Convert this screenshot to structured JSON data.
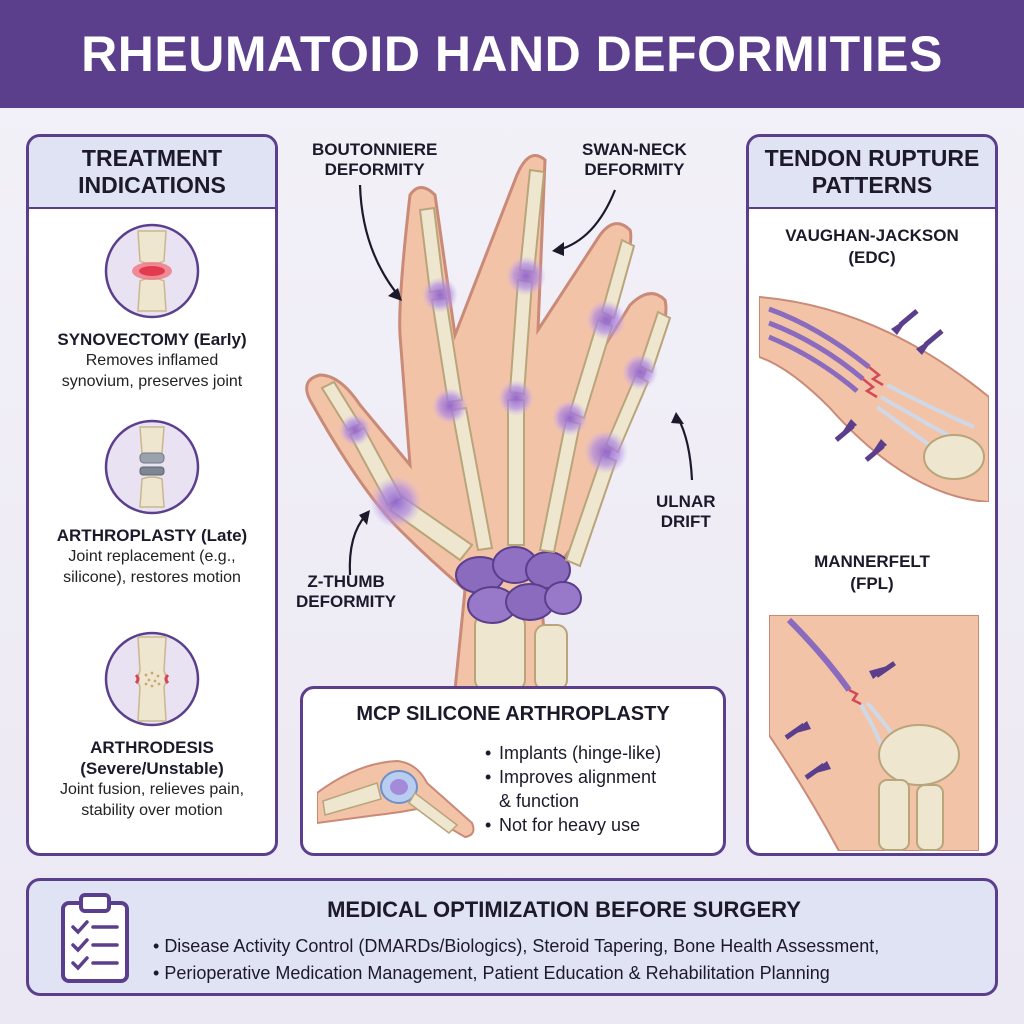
{
  "title": "RHEUMATOID HAND DEFORMITIES",
  "treatment": {
    "header_line1": "TREATMENT",
    "header_line2": "INDICATIONS",
    "items": [
      {
        "title": "SYNOVECTOMY (Early)",
        "desc1": "Removes inflamed",
        "desc2": "synovium, preserves joint",
        "icon": "synovitis-joint-icon"
      },
      {
        "title": "ARTHROPLASTY (Late)",
        "desc1": "Joint replacement (e.g.,",
        "desc2": "silicone), restores motion",
        "icon": "joint-implant-icon"
      },
      {
        "title": "ARTHRODESIS",
        "title2": "(Severe/Unstable)",
        "desc1": "Joint fusion, relieves pain,",
        "desc2": "stability over motion",
        "icon": "fused-joint-icon"
      }
    ]
  },
  "deformities": {
    "boutonniere_1": "BOUTONNIERE",
    "boutonniere_2": "DEFORMITY",
    "swan_1": "SWAN-NECK",
    "swan_2": "DEFORMITY",
    "ulnar_1": "ULNAR",
    "ulnar_2": "DRIFT",
    "zthumb_1": "Z-THUMB",
    "zthumb_2": "DEFORMITY"
  },
  "tendon": {
    "header_line1": "TENDON RUPTURE",
    "header_line2": "PATTERNS",
    "vj_1": "VAUGHAN-JACKSON",
    "vj_2": "(EDC)",
    "mf_1": "MANNERFELT",
    "mf_2": "(FPL)"
  },
  "mcp": {
    "title": "MCP SILICONE ARTHROPLASTY",
    "bullets": [
      "Implants (hinge-like)",
      "Improves alignment",
      "& function",
      "Not for heavy use"
    ]
  },
  "optimization": {
    "title": "MEDICAL OPTIMIZATION BEFORE SURGERY",
    "bullets": [
      "Disease Activity Control (DMARDs/Biologics), Steroid Tapering, Bone Health Assessment,",
      "Perioperative Medication Management, Patient Education & Rehabilitation Planning"
    ]
  },
  "colors": {
    "brand_purple": "#5b3f8c",
    "panel_header": "#dfe3f3",
    "skin": "#f3c3a8",
    "bone": "#efe6cf",
    "inflamed_joint": "#9a6fd0",
    "cartilage_blue": "#8fb4e8"
  }
}
